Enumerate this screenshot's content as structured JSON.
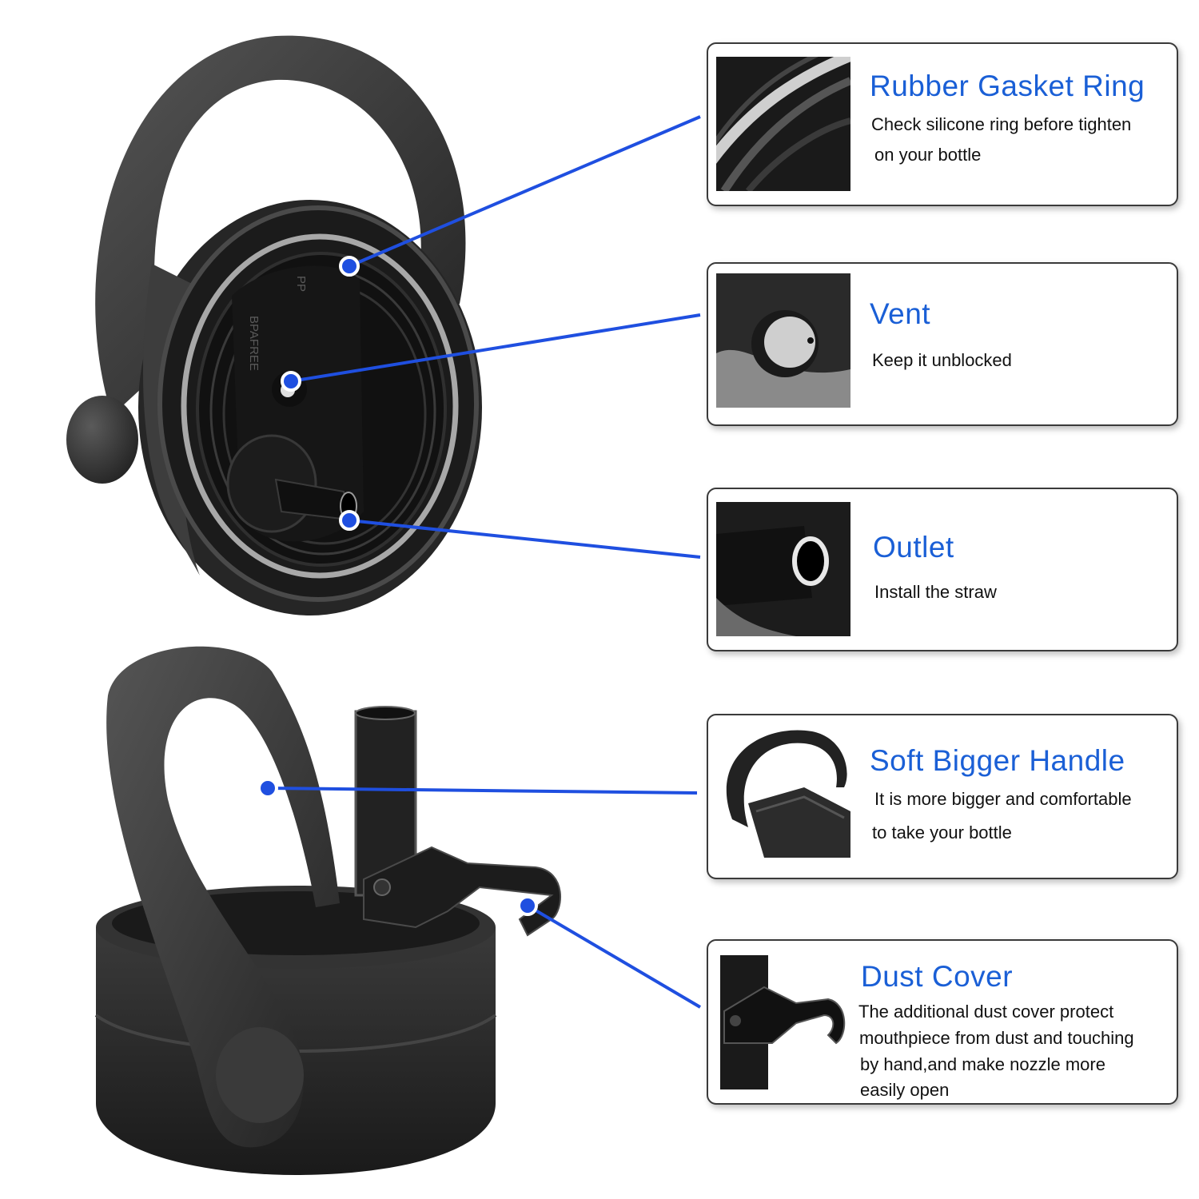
{
  "features": [
    {
      "title": "Rubber Gasket Ring",
      "lines": [
        "Check silicone ring before tighten",
        "on your bottle"
      ],
      "thumb_icon": "gasket-ring-photo"
    },
    {
      "title": "Vent",
      "lines": [
        "Keep it unblocked"
      ],
      "thumb_icon": "vent-photo"
    },
    {
      "title": "Outlet",
      "lines": [
        "Install the straw"
      ],
      "thumb_icon": "outlet-photo"
    },
    {
      "title": "Soft Bigger Handle",
      "lines": [
        "It is more bigger and comfortable",
        "to take your bottle"
      ],
      "thumb_icon": "handle-photo"
    },
    {
      "title": "Dust Cover",
      "lines": [
        "The additional dust cover protect",
        "mouthpiece from dust and touching",
        "by hand,and make nozzle more",
        "easily open"
      ],
      "thumb_icon": "dust-cover-photo"
    }
  ],
  "cap_markings": [
    "BPAFREE",
    "PP"
  ],
  "colors": {
    "accent": "#1a5fd6",
    "callout_line": "#1f4fe0",
    "product": "#2b2b2b"
  }
}
